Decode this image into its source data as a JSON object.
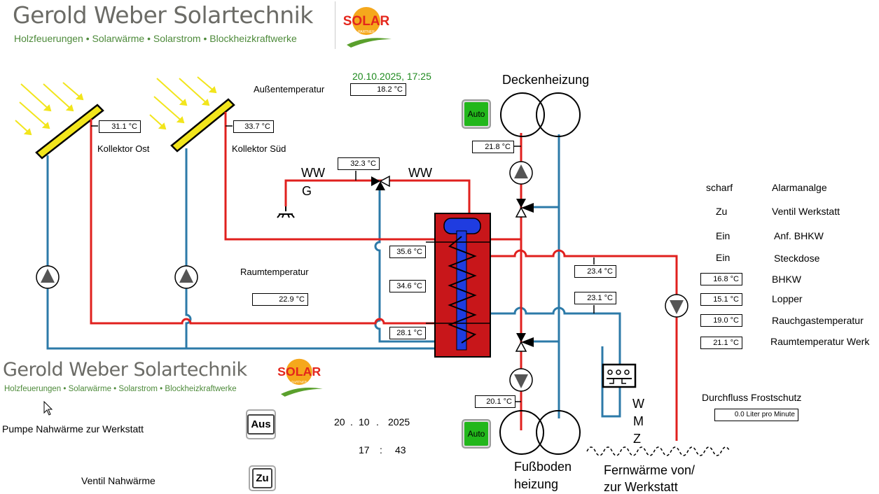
{
  "brand": {
    "title": "Gerold Weber Solartechnik",
    "subtitle": "Holzfeuerungen • Solarwärme • Solarstrom • Blockheizkraftwerke",
    "logo_text": "SOLAR",
    "logo_sub": "PARTNER"
  },
  "header": {
    "datetime": "20.10.2025,  17:25"
  },
  "outside": {
    "label": "Außentemperatur",
    "value": "18.2 °C"
  },
  "collectors": {
    "east_value": "31.1 °C",
    "east_label": "Kollektor Ost",
    "south_value": "33.7 °C",
    "south_label": "Kollektor Süd"
  },
  "room": {
    "label": "Raumtemperatur",
    "value": "22.9 °C"
  },
  "hotwater": {
    "mixer_value": "32.3 °C",
    "ww_left": "WW",
    "ww_right": "WW",
    "g_label": "G"
  },
  "tank": {
    "top_value": "35.6 °C",
    "mid_value": "34.6 °C",
    "bottom_value": "28.1 °C"
  },
  "ceiling": {
    "title": "Deckenheizung",
    "auto_label": "Auto",
    "value": "21.8 °C"
  },
  "floor": {
    "title_line1": "Fußboden",
    "title_line2": "heizung",
    "auto_label": "Auto",
    "value": "20.1 °C"
  },
  "district": {
    "value1": "23.4 °C",
    "value2": "23.1 °C",
    "wmz_w": "W",
    "wmz_m": "M",
    "wmz_z": "Z",
    "label_line1": "Fernwärme von/",
    "label_line2": "zur Werkstatt"
  },
  "status": [
    {
      "state": "scharf",
      "name": "Alarmanalge"
    },
    {
      "state": "Zu",
      "name": "Ventil Werkstatt"
    },
    {
      "state": "Ein",
      "name": "Anf. BHKW"
    },
    {
      "state": "Ein",
      "name": "Steckdose"
    }
  ],
  "temps": [
    {
      "value": "16.8 °C",
      "name": "BHKW"
    },
    {
      "value": "15.1 °C",
      "name": "Lopper"
    },
    {
      "value": "19.0 °C",
      "name": "Rauchgastemperatur"
    },
    {
      "value": "21.1 °C",
      "name": "Raumtemperatur Werk"
    }
  ],
  "flow": {
    "label": "Durchfluss Frostschutz",
    "value": "0.0 Liter pro Minute"
  },
  "controls": {
    "pump_label": "Pumpe  Nahwärme zur Werkstatt",
    "pump_button": "Aus",
    "valve_label": "Ventil Nahwärme",
    "valve_button": "Zu",
    "date_day": "20",
    "date_month": "10",
    "date_year": "2025",
    "time_hour": "17",
    "time_min": "43",
    "dot1": ".",
    "dot2": ".",
    "colon": ":"
  },
  "colors": {
    "hot": "#e0201e",
    "cold": "#2c7aa8",
    "tank": "#c8161a",
    "coil": "#1f3ce0",
    "auto_green": "#22b71b",
    "brand_green": "#4d8a3a"
  }
}
